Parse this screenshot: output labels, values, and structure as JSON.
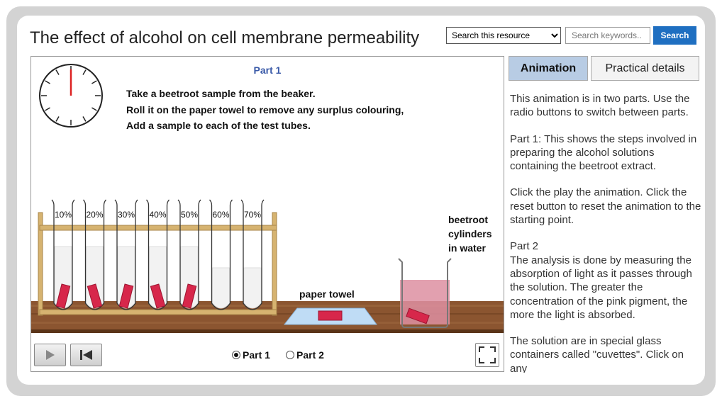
{
  "page": {
    "title": "The effect of alcohol on cell membrane permeability"
  },
  "search": {
    "scope_selected": "Search this resource",
    "keywords_placeholder": "Search keywords..",
    "button_label": "Search"
  },
  "animation": {
    "part_title": "Part 1",
    "instructions": [
      "Take a beetroot sample from the beaker.",
      "Roll it on the paper towel to remove any surplus colouring,",
      "Add a sample to each of the test tubes."
    ],
    "tube_labels": [
      "10%",
      "20%",
      "30%",
      "40%",
      "50%",
      "60%",
      "70%"
    ],
    "paper_towel_label": "paper towel",
    "beaker_label": [
      "beetroot",
      "cylinders",
      "in water"
    ],
    "parts": [
      {
        "label": "Part 1",
        "selected": true
      },
      {
        "label": "Part 2",
        "selected": false
      }
    ],
    "colors": {
      "beetroot": "#d7274b",
      "water_pink": "#dd8fa1",
      "bench": "#8b5530"
    }
  },
  "tabs": [
    {
      "label": "Animation",
      "active": true
    },
    {
      "label": "Practical details",
      "active": false
    }
  ],
  "sidebar": {
    "paragraphs": [
      "This animation is in two parts. Use the radio buttons to switch between parts.",
      "Part 1: This shows the steps involved in preparing the alcohol solutions containing the beetroot extract.",
      "Click the play the animation. Click the reset button to reset the animation to the starting point.",
      "Part 2",
      "The analysis is done by measuring the absorption of light as it passes through the solution. The greater the concentration of the pink pigment, the more the light is absorbed.",
      "The solution are in special glass containers called \"cuvettes\". Click on any"
    ]
  }
}
